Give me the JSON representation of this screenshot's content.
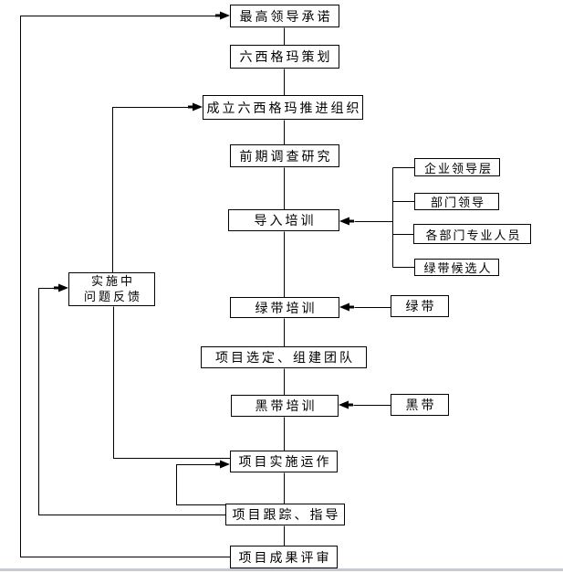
{
  "page": {
    "background": "#ffffff",
    "line_color": "#000000",
    "box_border_color": "#000000",
    "box_fill_color": "#ffffff",
    "divider_color": "#c6cad3"
  },
  "diagram": {
    "type": "flowchart",
    "language": "zh-CN",
    "topic": "Six Sigma implementation process",
    "edges": [
      {
        "from": "commitment",
        "to": "planning"
      },
      {
        "from": "planning",
        "to": "org_setup"
      },
      {
        "from": "org_setup",
        "to": "survey"
      },
      {
        "from": "survey",
        "to": "intro_training"
      },
      {
        "from": "intro_training",
        "to": "green_training"
      },
      {
        "from": "green_training",
        "to": "project_selection"
      },
      {
        "from": "project_selection",
        "to": "black_training"
      },
      {
        "from": "black_training",
        "to": "implementation"
      },
      {
        "from": "implementation",
        "to": "tracking"
      },
      {
        "from": "tracking",
        "to": "review"
      },
      {
        "from": "review",
        "to": "commitment",
        "style": "feedback-arrow"
      },
      {
        "from": "tracking",
        "to": "feedback",
        "style": "feedback-arrow"
      },
      {
        "from": "tracking",
        "to": "implementation",
        "style": "feedback-arrow"
      },
      {
        "from": "feedback",
        "to": "org_setup",
        "style": "feedback-arrow"
      },
      {
        "from": "feedback",
        "to": "implementation"
      },
      {
        "from": "exec_leadership",
        "to": "intro_training",
        "style": "bracket-arrow"
      },
      {
        "from": "dept_leadership",
        "to": "intro_training",
        "style": "bracket-arrow"
      },
      {
        "from": "dept_specialists",
        "to": "intro_training",
        "style": "bracket-arrow"
      },
      {
        "from": "green_candidates",
        "to": "intro_training",
        "style": "bracket-arrow"
      },
      {
        "from": "green_belt",
        "to": "green_training",
        "style": "arrow"
      },
      {
        "from": "black_belt",
        "to": "black_training",
        "style": "arrow"
      }
    ]
  },
  "nodes": {
    "commitment": "最高领导承诺",
    "planning": "六西格玛策划",
    "org_setup": "成立六西格玛推进组织",
    "survey": "前期调查研究",
    "intro_training": "导入培训",
    "green_training": "绿带培训",
    "project_selection": "项目选定、组建团队",
    "black_training": "黑带培训",
    "implementation": "项目实施运作",
    "tracking": "项目跟踪、指导",
    "review": "项目成果评审",
    "feedback_line1": "实施中",
    "feedback_line2": "问题反馈",
    "exec_leadership": "企业领导层",
    "dept_leadership": "部门领导",
    "dept_specialists": "各部门专业人员",
    "green_candidates": "绿带候选人",
    "green_belt": "绿带",
    "black_belt": "黑带"
  }
}
